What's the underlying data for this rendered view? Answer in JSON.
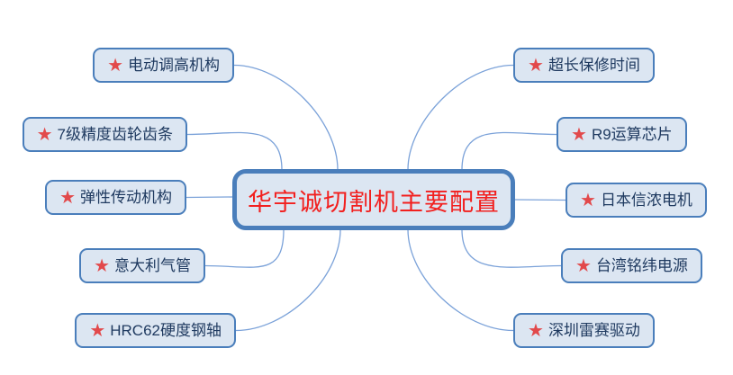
{
  "center": {
    "title": "华宇诚切割机主要配置"
  },
  "branches": {
    "left": [
      {
        "label": "电动调高机构"
      },
      {
        "label": "7级精度齿轮齿条"
      },
      {
        "label": "弹性传动机构"
      },
      {
        "label": "意大利气管"
      },
      {
        "label": "HRC62硬度钢轴"
      }
    ],
    "right": [
      {
        "label": "超长保修时间"
      },
      {
        "label": "R9运算芯片"
      },
      {
        "label": "日本信浓电机"
      },
      {
        "label": "台湾铭纬电源"
      },
      {
        "label": "深圳雷赛驱动"
      }
    ]
  },
  "icons": {
    "star": "★"
  },
  "colors": {
    "node_bg": "#dce6f2",
    "node_border": "#4a7ebb",
    "branch_text": "#1f3a60",
    "star": "#e2494b",
    "center_text": "#f2201f",
    "connector": "#7ba2d9"
  }
}
